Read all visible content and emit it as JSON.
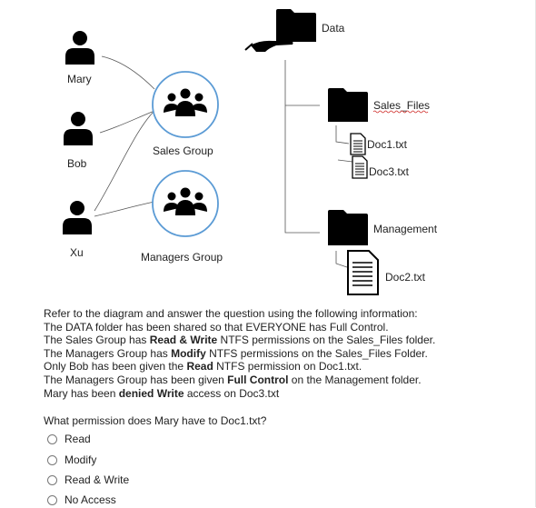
{
  "diagram": {
    "users": [
      "Mary",
      "Bob",
      "Xu"
    ],
    "groups": [
      "Sales Group",
      "Managers Group"
    ],
    "root_folder": "Data",
    "folders": [
      "Sales_Files",
      "Management"
    ],
    "files": [
      "Doc1.txt",
      "Doc3.txt",
      "Doc2.txt"
    ],
    "icons": [
      "person-icon",
      "group-icon",
      "folder-icon",
      "sharing-hand-icon",
      "document-icon"
    ]
  },
  "info": {
    "intro": "Refer to the diagram and answer the question using the following information:",
    "l1": "The DATA folder has been shared so that EVERYONE has Full Control.",
    "l2a": "The Sales Group has ",
    "l2b": "Read & Write",
    "l2c": " NTFS permissions on the Sales_Files folder.",
    "l3a": "The Managers Group has ",
    "l3b": "Modify",
    "l3c": " NTFS permissions on the Sales_Files Folder.",
    "l4a": "Only Bob has been given the ",
    "l4b": "Read",
    "l4c": " NTFS permission on Doc1.txt.",
    "l5a": "The Managers Group has been given ",
    "l5b": "Full Control",
    "l5c": " on the Management folder.",
    "l6a": "Mary has been ",
    "l6b": "denied Write",
    "l6c": " access on Doc3.txt"
  },
  "question": "What permission does Mary have to Doc1.txt?",
  "options": [
    "Read",
    "Modify",
    "Read & Write",
    "No Access"
  ],
  "colors": {
    "accent_circle": "#5b9bd5",
    "ink": "#000000",
    "spellcheck": "#d0312d"
  }
}
